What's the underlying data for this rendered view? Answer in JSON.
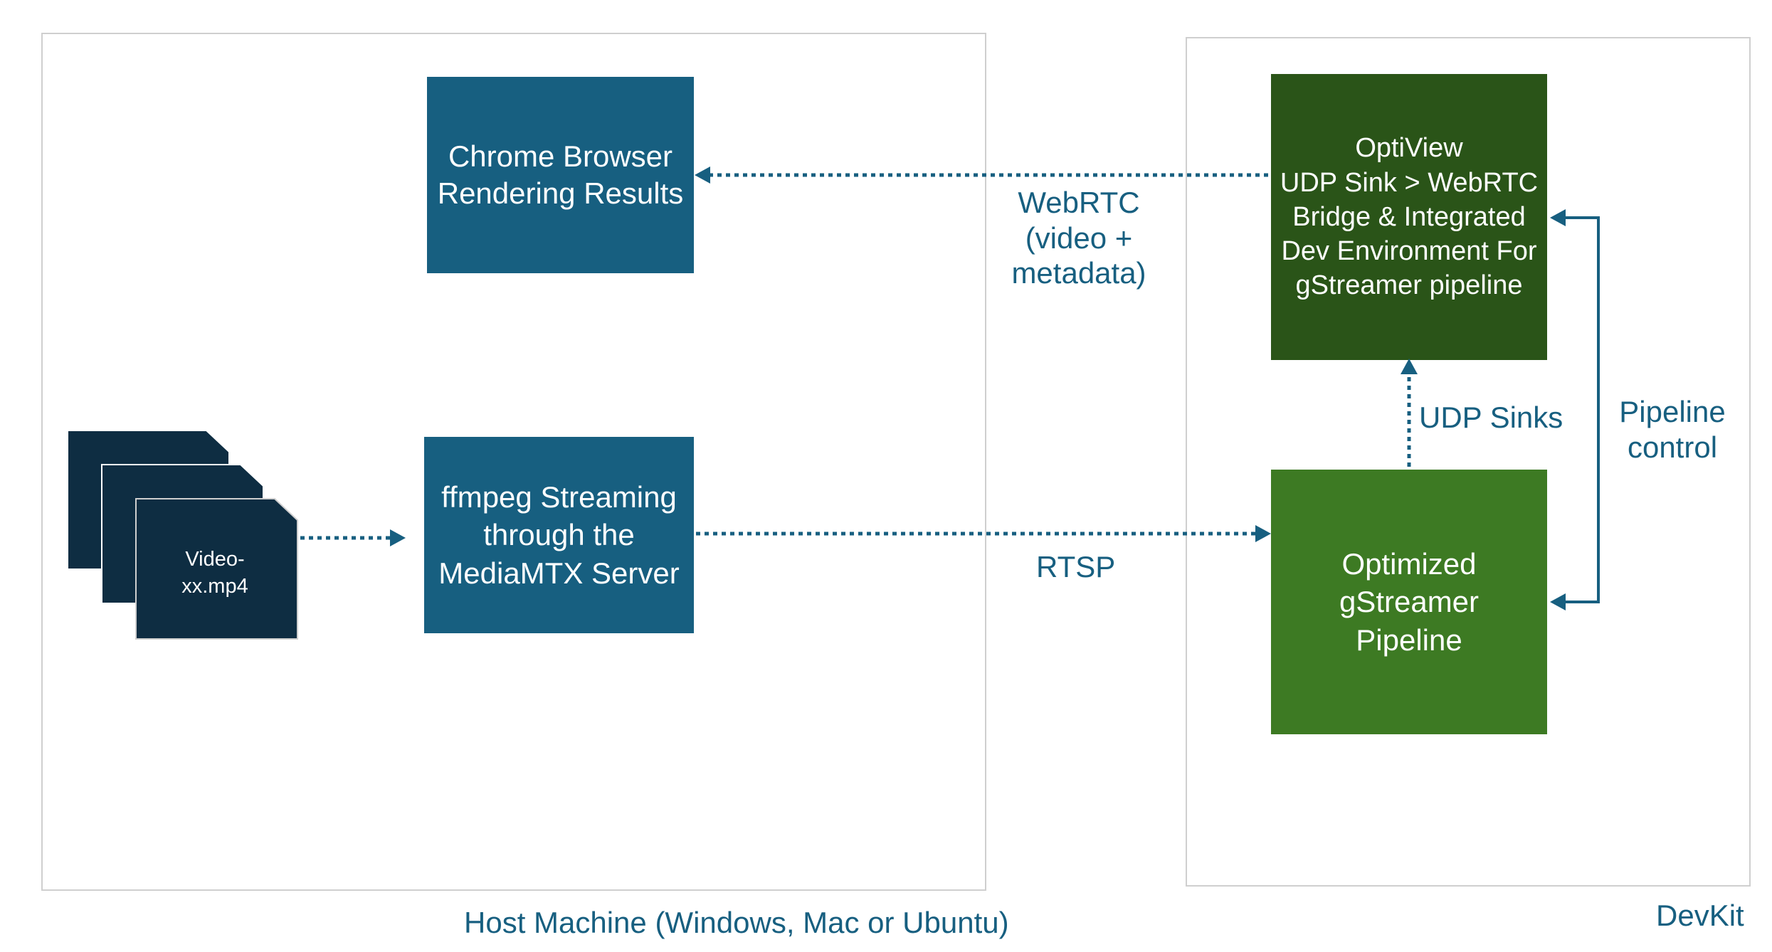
{
  "host_machine": {
    "caption": "Host Machine (Windows, Mac or Ubuntu)",
    "chrome_box": {
      "lines": [
        "Chrome Browser",
        "Rendering Results"
      ]
    },
    "ffmpeg_box": {
      "lines": [
        "ffmpeg Streaming",
        "through the",
        "MediaMTX Server"
      ]
    },
    "video_file": {
      "lines": [
        "Video-",
        "xx.mp4"
      ]
    }
  },
  "devkit": {
    "caption": "DevKit",
    "optiview_box": {
      "lines": [
        "OptiView",
        "UDP Sink > WebRTC",
        "Bridge & Integrated",
        "Dev Environment For",
        "gStreamer pipeline"
      ]
    },
    "gstreamer_box": {
      "lines": [
        "Optimized",
        "gStreamer",
        "Pipeline"
      ]
    }
  },
  "connections": {
    "webrtc": {
      "lines": [
        "WebRTC",
        "(video +",
        "metadata)"
      ]
    },
    "rtsp": {
      "label": "RTSP"
    },
    "udp_sinks": {
      "label": "UDP Sinks"
    },
    "pipeline_control": {
      "lines": [
        "Pipeline",
        "control"
      ]
    }
  },
  "colors": {
    "blue": "#175f80",
    "dark_green": "#2a5418",
    "green": "#3d7a23",
    "file_navy": "#0e2d42",
    "frame_border": "#cfcfcf"
  }
}
